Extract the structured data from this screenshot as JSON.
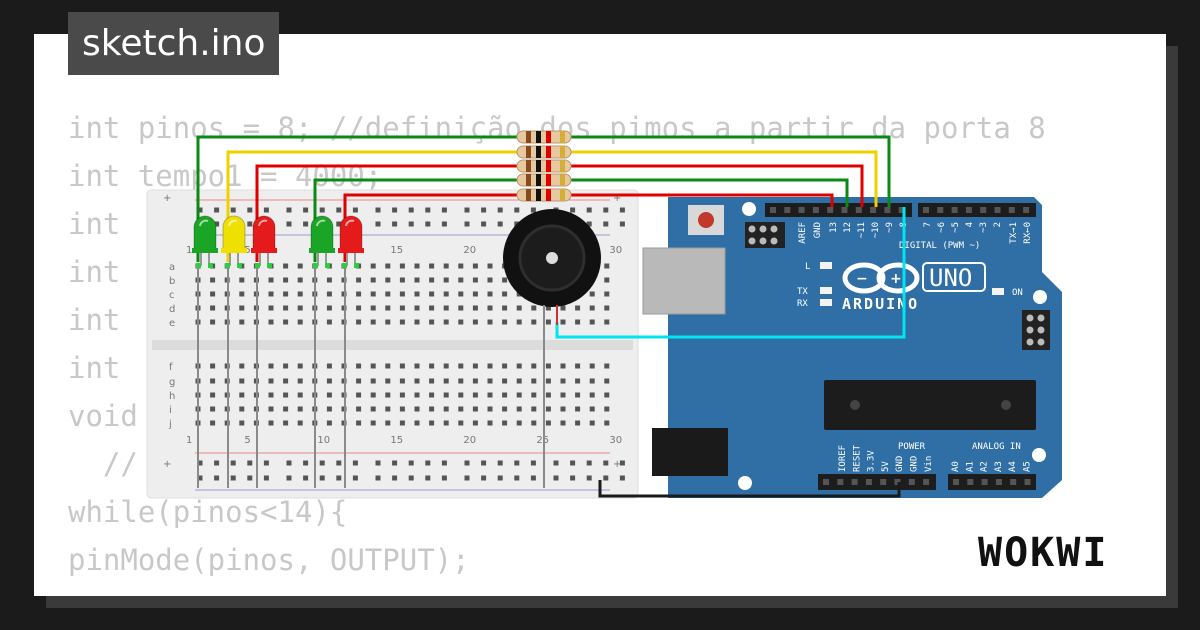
{
  "title": "sketch.ino",
  "code_lines": [
    "int pinos = 8; //definição dos pimos a partir da porta 8",
    "int tempo1 = 4000;",
    "int",
    "int",
    "int",
    "int                                         p",
    "void",
    "  //",
    "while(pinos<14){",
    "pinMode(pinos, OUTPUT);"
  ],
  "logo": "WOKWI",
  "breadboard": {
    "col_numbers": [
      "1",
      "5",
      "10",
      "15",
      "20",
      "25",
      "30"
    ],
    "row_letters_top": [
      "a",
      "b",
      "c",
      "d",
      "e"
    ],
    "row_letters_bottom": [
      "f",
      "g",
      "h",
      "i",
      "j"
    ],
    "plus": "+"
  },
  "arduino": {
    "brand": "ARDUINO",
    "model": "UNO",
    "digital_label": "DIGITAL (PWM ~)",
    "power_label": "POWER",
    "analog_label": "ANALOG IN",
    "on_label": "ON",
    "l_label": "L",
    "tx_label": "TX",
    "rx_label": "RX",
    "top_pins": [
      "AREF",
      "GND",
      "13",
      "12",
      "~11",
      "~10",
      "~9",
      "8",
      "7",
      "~6",
      "~5",
      "4",
      "~3",
      "2",
      "TX→1",
      "RX←0"
    ],
    "power_pins": [
      "IOREF",
      "RESET",
      "3.3V",
      "5V",
      "GND",
      "GND",
      "Vin"
    ],
    "analog_pins": [
      "A0",
      "A1",
      "A2",
      "A3",
      "A4",
      "A5"
    ]
  },
  "colors": {
    "board": "#2f6fa6",
    "wire_green": "#0a8a12",
    "wire_yellow": "#f2d000",
    "wire_red": "#e00000",
    "wire_cyan": "#00e5f0",
    "led_green": "#1aa526",
    "led_yellow": "#f0e000",
    "led_red": "#e51b1b"
  }
}
